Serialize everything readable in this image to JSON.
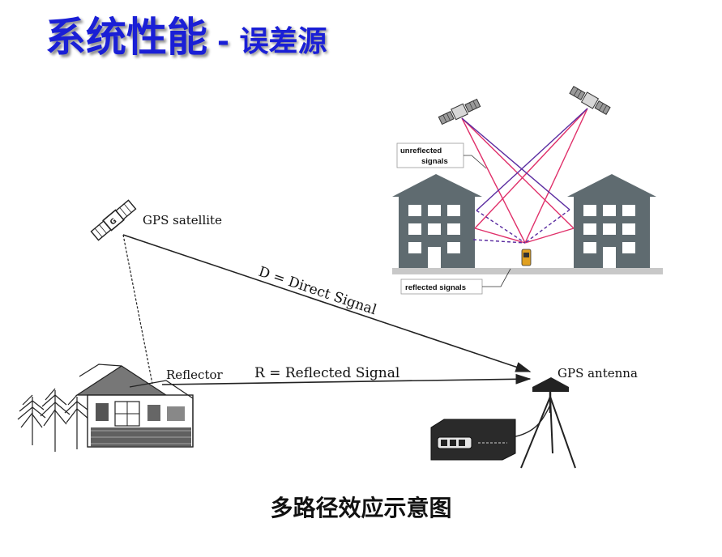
{
  "title": {
    "main": "系统性能",
    "sub": "- 误差源"
  },
  "diagram": {
    "gps_satellite_label": "GPS satellite",
    "direct_signal_label": "D = Direct Signal",
    "reflected_signal_label": "R = Reflected Signal",
    "reflector_label": "Reflector",
    "gps_antenna_label": "GPS antenna"
  },
  "inset": {
    "unreflected_label_line1": "unreflected",
    "unreflected_label_line2": "signals",
    "reflected_label": "reflected signals",
    "colors": {
      "building": "#5f6b70",
      "ground": "#c8c8c8",
      "signal_red": "#e0306a",
      "signal_purple": "#5a2ca0"
    }
  },
  "caption": "多路径效应示意图"
}
